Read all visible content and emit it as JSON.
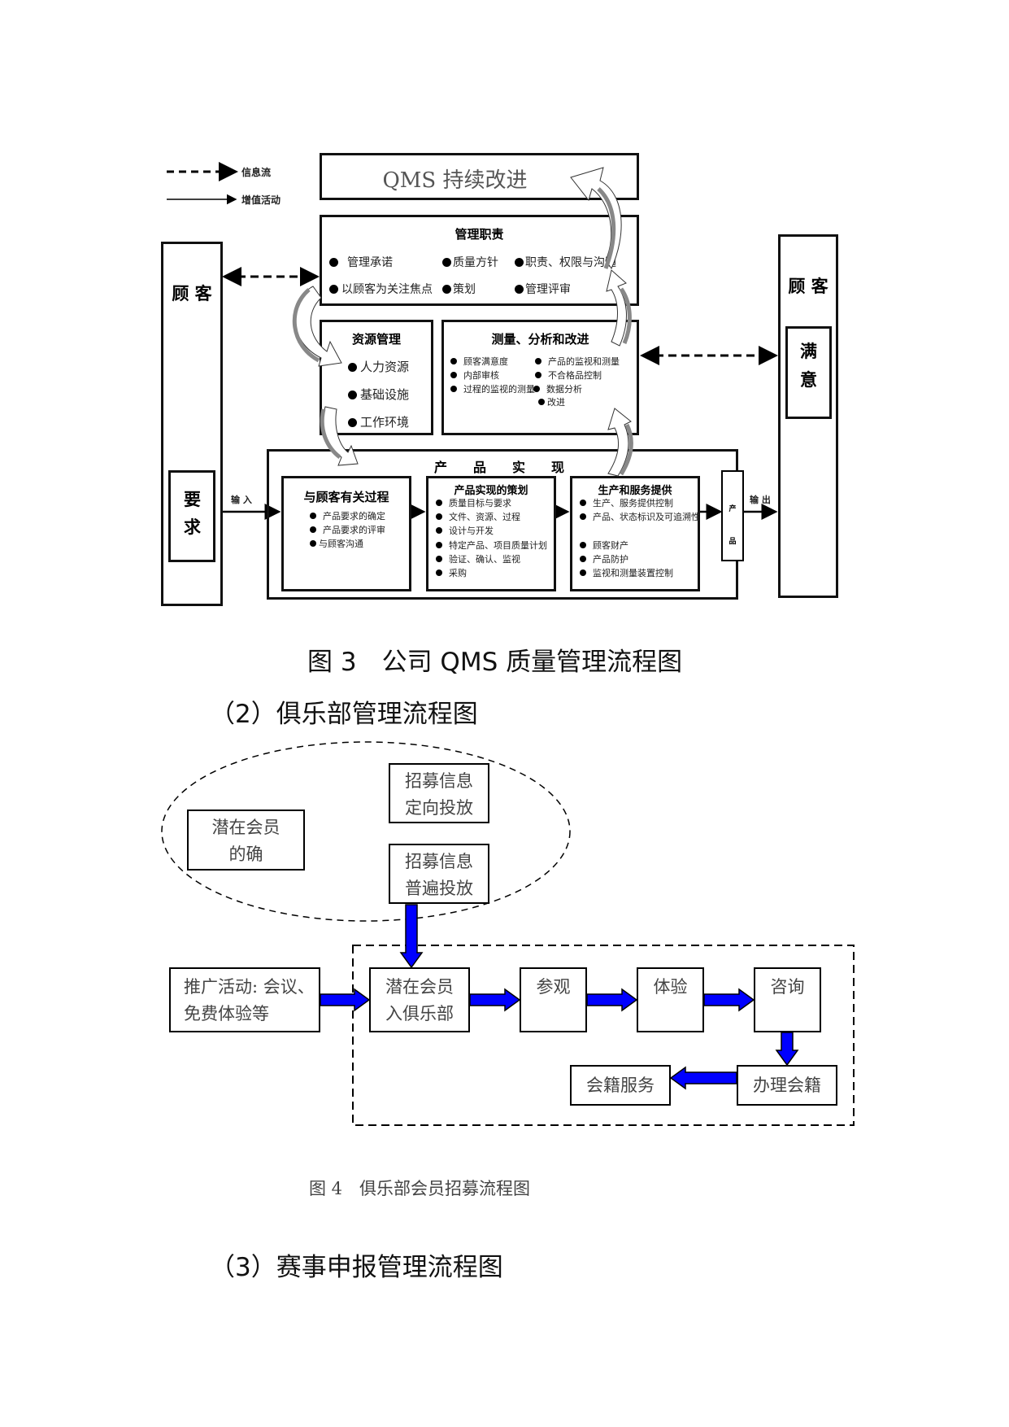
{
  "figure3": {
    "legend": {
      "dashed_label": "信息流",
      "solid_label": "增值活动"
    },
    "qms_title": "QMS 持续改进",
    "management": {
      "title": "管理职责",
      "items": [
        "管理承诺",
        "质量方针",
        "职责、权限与沟通",
        "以顾客为关注焦点",
        "策划",
        "管理评审"
      ]
    },
    "customer_left": {
      "label": "顾 客",
      "requirement": "要求"
    },
    "customer_right": {
      "label": "顾 客",
      "satisfaction": "满意"
    },
    "resource": {
      "title": "资源管理",
      "items": [
        "人力资源",
        "基础设施",
        "工作环境"
      ]
    },
    "measurement": {
      "title": "测量、分析和改进",
      "items": [
        "顾客满意度",
        "产品的监视和测量",
        "内部审核",
        "不合格品控制",
        "过程的监视的测量",
        "数据分析",
        "改进"
      ]
    },
    "realization": {
      "title": "产　品　实　现",
      "customer_process": {
        "title": "与顾客有关过程",
        "items": [
          "产品要求的确定",
          "产品要求的评审",
          "与顾客沟通"
        ]
      },
      "planning": {
        "title": "产品实现的策划",
        "items": [
          "质量目标与要求",
          "文件、资源、过程",
          "设计与开发",
          "特定产品、项目质量计划",
          "验证、确认、监视",
          "采购"
        ]
      },
      "production": {
        "title": "生产和服务提供",
        "items": [
          "生产、服务提供控制",
          "产品、状态标识及可追溯性",
          "顾客财产",
          "产品防护",
          "监视和测量装置控制"
        ]
      },
      "product_label": "产品",
      "input_label": "输 入",
      "output_label": "输 出"
    },
    "caption": "图 3　公司 QMS 质量管理流程图"
  },
  "heading2": "（2）俱乐部管理流程图",
  "figure4": {
    "ellipse_boxes": {
      "potential_member": "潜在会员\n的确",
      "targeted": "招募信息\n定向投放",
      "general": "招募信息\n普遍投放"
    },
    "promotion": "推广活动: 会议、\n免费体验等",
    "steps": {
      "join": "潜在会员\n入俱乐部",
      "visit": "参观",
      "experience": "体验",
      "consult": "咨询",
      "register": "办理会籍",
      "service": "会籍服务"
    },
    "arrow_color": "#0000ff",
    "caption": "图 4　俱乐部会员招募流程图"
  },
  "heading3": "（3）赛事申报管理流程图"
}
